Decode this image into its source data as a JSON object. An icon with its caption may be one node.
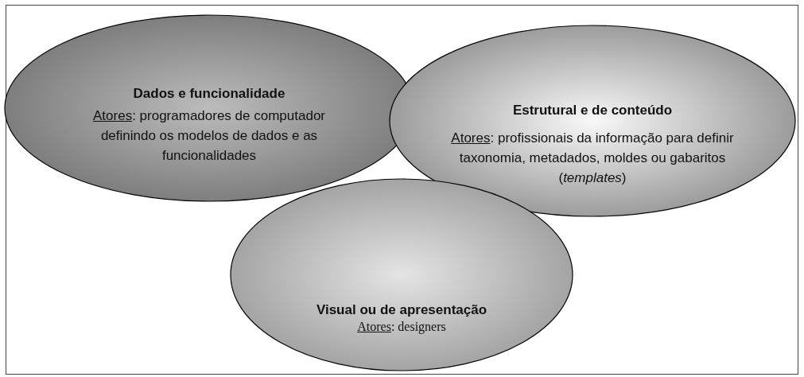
{
  "diagram": {
    "nodes": [
      {
        "text": [
          "Dados e funcionalidade",
          "Atores: programadores de computador definindo os modelos de dados e as funcionalidades"
        ]
      },
      {
        "text": [
          "Estrutural e de conteúdo",
          "Atores: profissionais da informação para definir taxonomia, metadados, moldes ou gabaritos (*templates*)"
        ]
      },
      {
        "text": [
          "Visual ou de apresentação",
          "Atores: designers"
        ]
      }
    ]
  }
}
